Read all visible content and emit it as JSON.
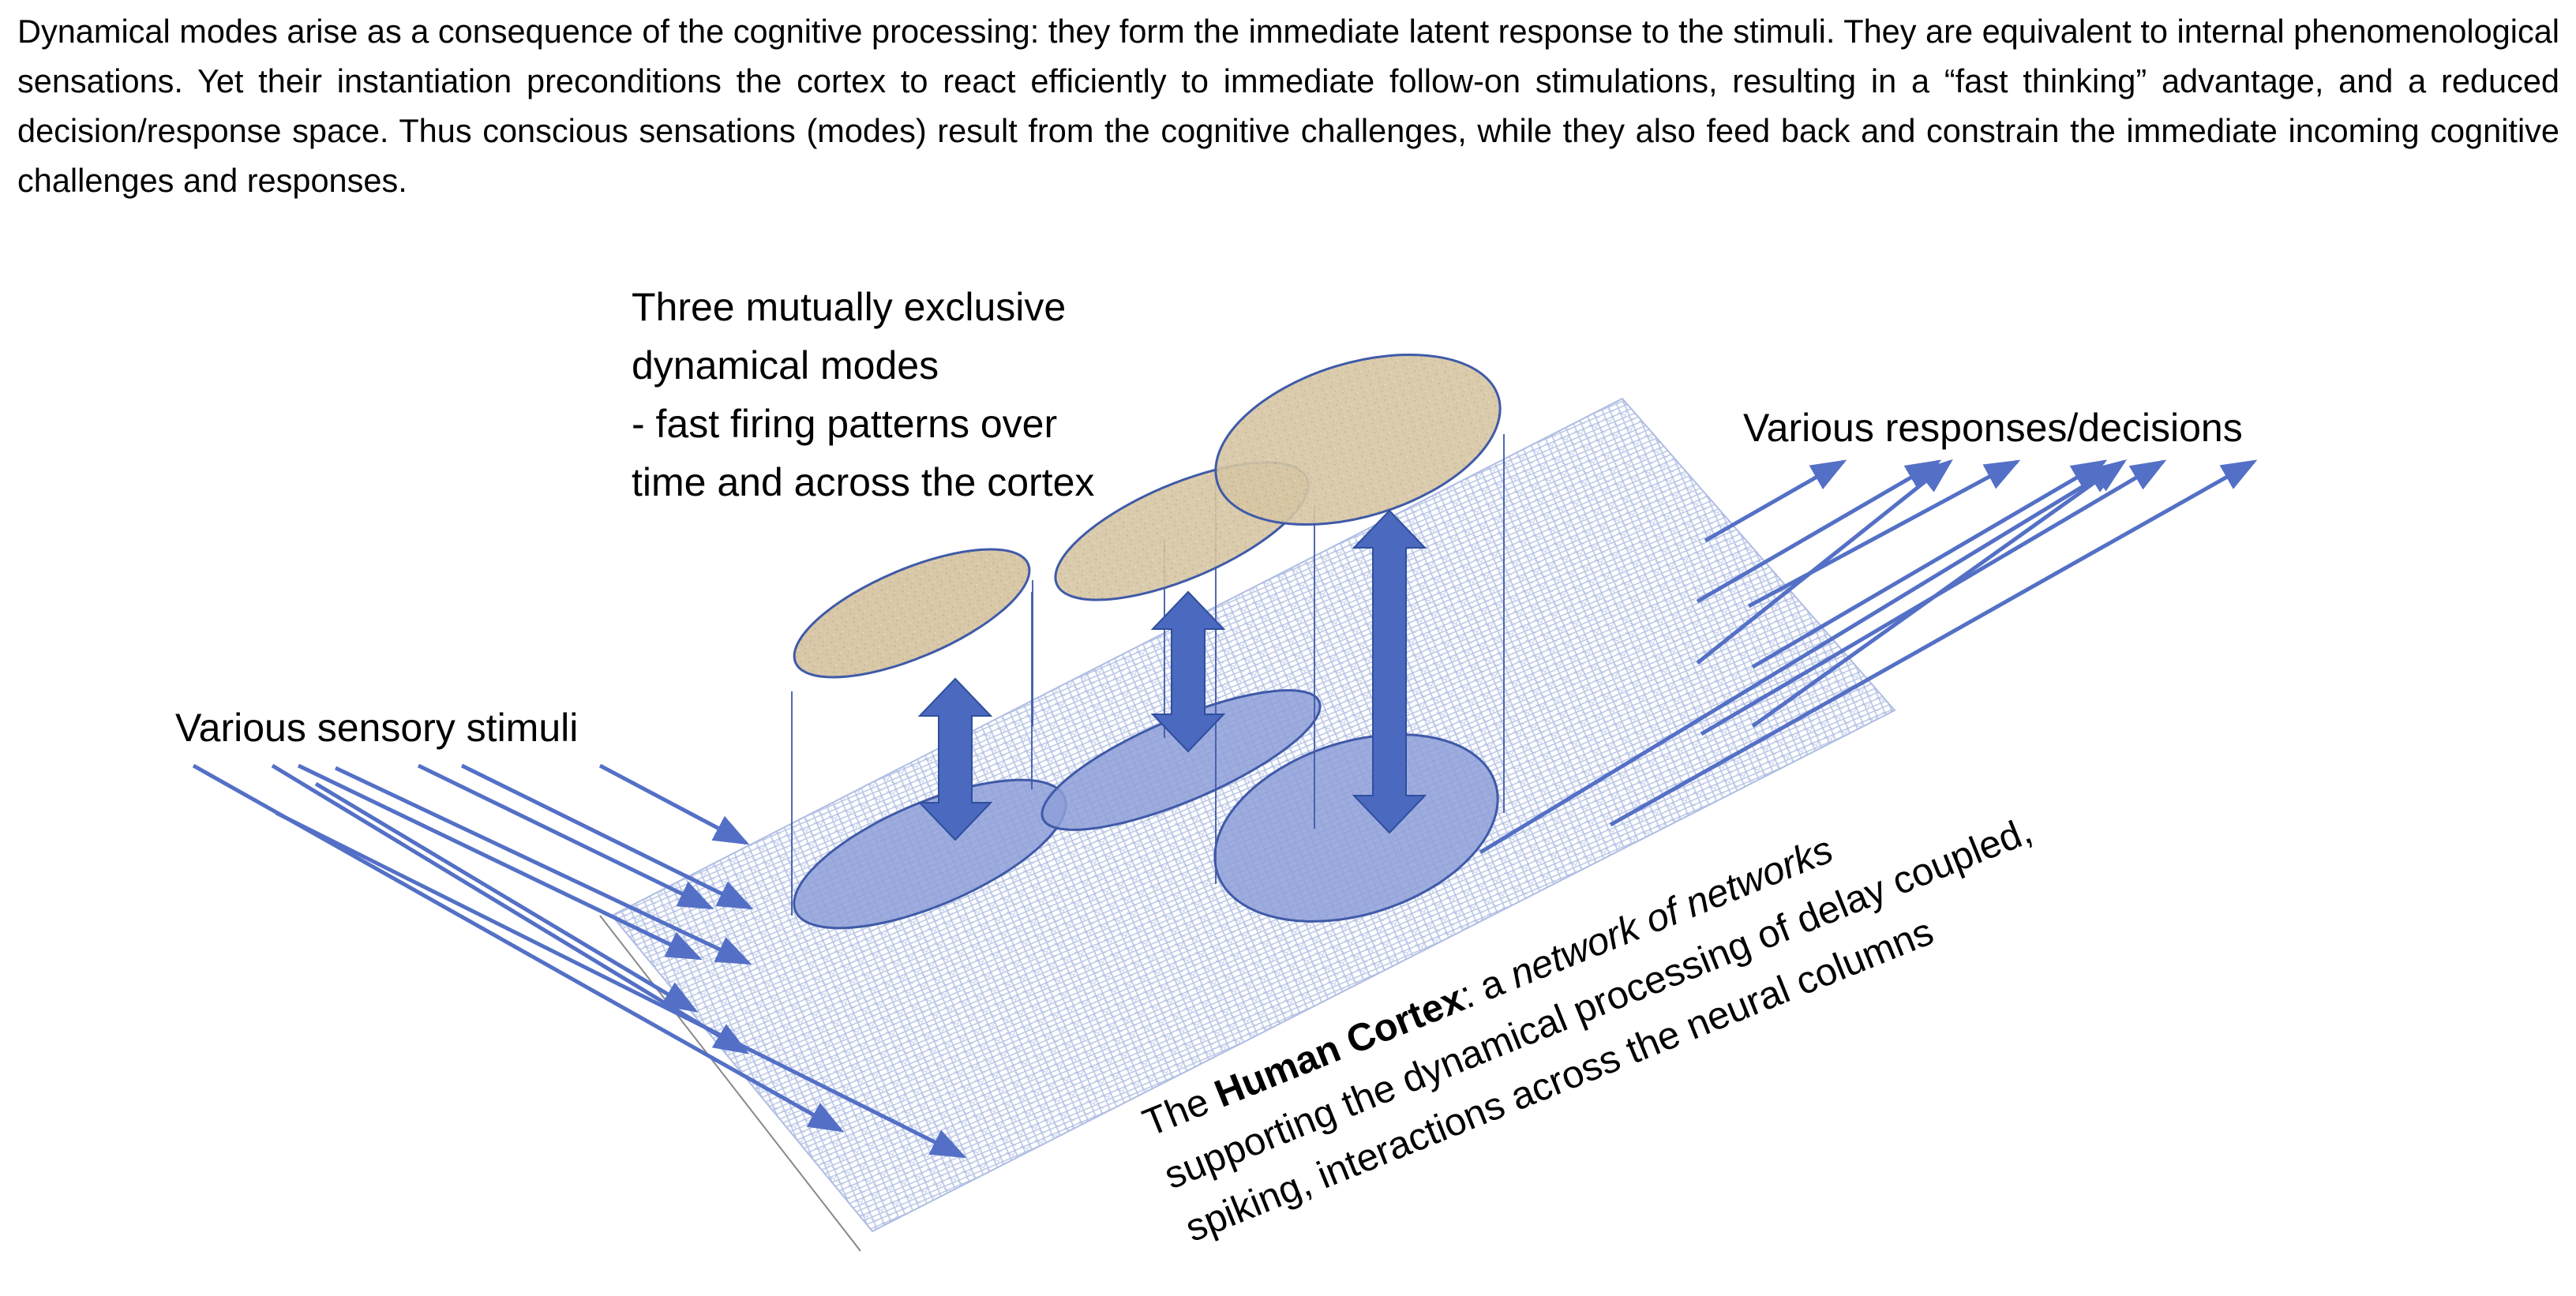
{
  "intro_paragraph": "Dynamical modes arise as a consequence of the cognitive processing: they form the immediate latent response to the stimuli. They are equivalent to internal phenomenological sensations. Yet their instantiation preconditions the cortex to react efficiently to immediate follow-on stimulations, resulting in a “fast thinking” advantage,  and a reduced decision/response space. Thus conscious sensations (modes) result from the cognitive challenges, while they also feed back and constrain the immediate incoming cognitive challenges and responses.",
  "modes_label": {
    "line1": "Three mutually exclusive",
    "line2": "dynamical modes",
    "line3": "- fast firing patterns over",
    "line4": "time and across the cortex"
  },
  "responses_label": "Various responses/decisions",
  "stimuli_label": "Various sensory stimuli",
  "cortex_label": {
    "the": "The ",
    "human_cortex": "Human Cortex",
    "colon": ": a ",
    "network": "network of networks",
    "line2": "supporting the dynamical processing of delay coupled,",
    "line3": "spiking, interactions across the neural columns"
  },
  "colors": {
    "arrow": "#5470c6",
    "double_arrow": "#4a69bf",
    "mode_top_fill": "#d6c5a3",
    "mode_bottom_fill": "#8e9fd8",
    "outline": "#3f5aa8",
    "grid": "#7f95cf"
  }
}
